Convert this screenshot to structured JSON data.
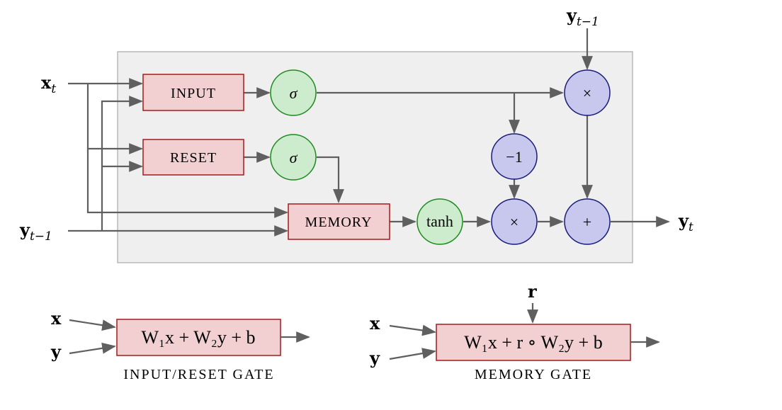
{
  "colors": {
    "gate_fill": "#f2cfd1",
    "gate_stroke": "#a31c1c",
    "sigma_fill": "#cdeccd",
    "sigma_stroke": "#1f8a1f",
    "op_fill": "#c8c8ee",
    "op_stroke": "#1a1a7a",
    "panel_fill": "#efefef",
    "wire": "#5f5f5f"
  },
  "main": {
    "inputs": {
      "x": {
        "base": "x",
        "sub": "t"
      },
      "y_prev": {
        "base": "y",
        "sub": "t−1"
      },
      "y_prev_top": {
        "base": "y",
        "sub": "t−1"
      }
    },
    "output": {
      "base": "y",
      "sub": "t"
    },
    "gates": {
      "input": "INPUT",
      "reset": "RESET",
      "memory": "MEMORY"
    },
    "nodes": {
      "sigma_input": "σ",
      "sigma_reset": "σ",
      "tanh": "tanh",
      "neg_one": "−1",
      "mult_left": "×",
      "mult_top": "×",
      "plus": "+"
    }
  },
  "legend": {
    "input_reset": {
      "x": "x",
      "y": "y",
      "formula": "W₁x + W₂y + b",
      "caption": "INPUT/RESET GATE"
    },
    "memory": {
      "x": "x",
      "y": "y",
      "r": "r",
      "formula": "W₁x + r ∘ W₂y + b",
      "caption": "MEMORY GATE"
    }
  }
}
